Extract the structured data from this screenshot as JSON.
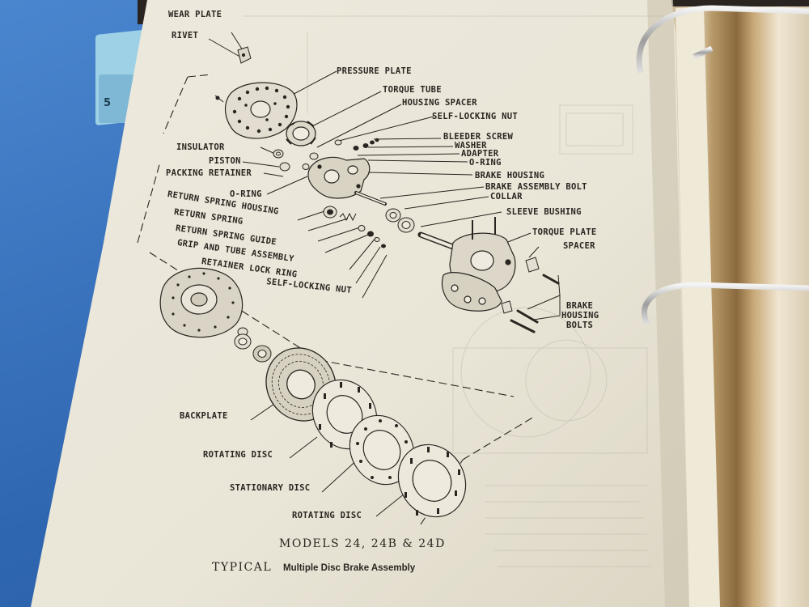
{
  "diagram": {
    "part_labels": {
      "wear_plate": "WEAR PLATE",
      "rivet": "RIVET",
      "pressure_plate": "PRESSURE PLATE",
      "torque_tube": "TORQUE TUBE",
      "housing_spacer": "HOUSING SPACER",
      "self_locking_nut_top": "SELF-LOCKING NUT",
      "bleeder_screw": "BLEEDER SCREW",
      "washer": "WASHER",
      "adapter": "ADAPTER",
      "o_ring_right": "O-RING",
      "insulator": "INSULATOR",
      "piston": "PISTON",
      "packing_retainer": "PACKING RETAINER",
      "o_ring_left": "O-RING",
      "brake_housing": "BRAKE HOUSING",
      "brake_assembly_bolt": "BRAKE ASSEMBLY BOLT",
      "collar": "COLLAR",
      "return_spring_housing": "RETURN SPRING HOUSING",
      "sleeve_bushing": "SLEEVE BUSHING",
      "return_spring": "RETURN SPRING",
      "torque_plate": "TORQUE PLATE",
      "return_spring_guide": "RETURN SPRING GUIDE",
      "spacer": "SPACER",
      "grip_and_tube_assembly": "GRIP AND TUBE ASSEMBLY",
      "retainer_lock_ring": "RETAINER LOCK RING",
      "self_locking_nut_bottom": "SELF-LOCKING NUT",
      "brake": "BRAKE",
      "housing": "HOUSING",
      "bolts": "BOLTS",
      "backplate": "BACKPLATE",
      "rotating_disc_1": "ROTATING DISC",
      "stationary_disc": "STATIONARY DISC",
      "rotating_disc_2": "ROTATING DISC"
    },
    "caption": {
      "models": "MODELS 24, 24B & 24D",
      "typical": "TYPICAL",
      "title": "Multiple Disc Brake Assembly"
    }
  },
  "binder_tab": {
    "number": "5"
  },
  "colors": {
    "paper": "#ece8db",
    "ink": "#2a2520",
    "desk_blue": "#3f79c2",
    "binder_ring": "#c9c9c9"
  }
}
